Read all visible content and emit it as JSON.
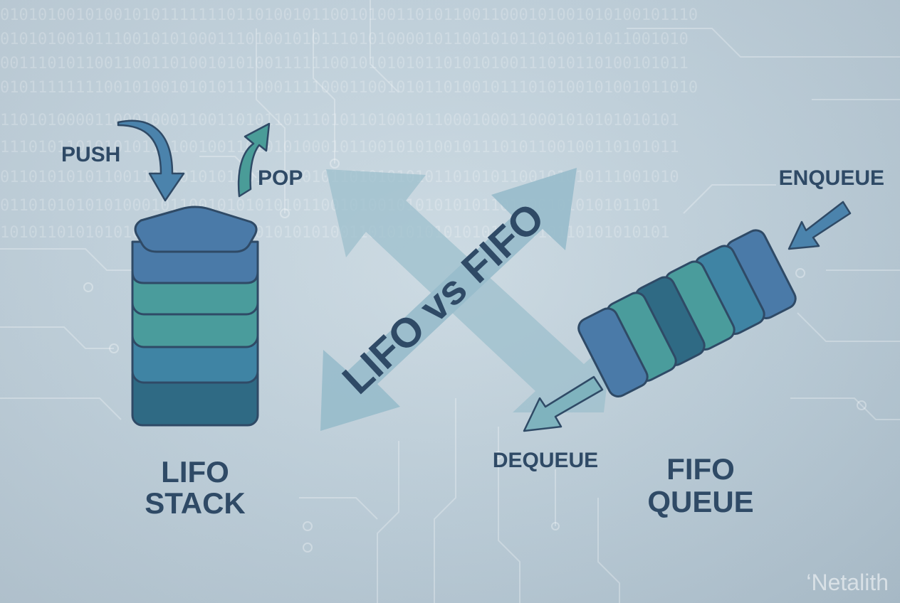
{
  "center_title": "LIFO vs FIFO",
  "stack": {
    "push_label": "PUSH",
    "pop_label": "POP",
    "title_line1": "LIFO",
    "title_line2": "STACK"
  },
  "queue": {
    "enqueue_label": "ENQUEUE",
    "dequeue_label": "DEQUEUE",
    "title_line1": "FIFO",
    "title_line2": "QUEUE"
  },
  "watermark": "‘Netalith",
  "background_binary": [
    "01010100101001010111111101101001011001010011010110011000101001010100101110",
    "0101010010111001010100011101001010111010100001011001010110100101011001010",
    "0011101011001100110100101010011111100101010101101010100111010110100101011",
    "01011111111001010010101011100011110001100101011010010111010100101001011010",
    "110101000011000100011001101011011101011010010110001000110001010101010101",
    "111010110101010110100100110101010001011001010100101110101100100110101011",
    "011010101011001101001010100101010101101010101011010101100101010111001010",
    "0110101010101000101100101010101011001010010101010101101100101010101101",
    "10101101010101001010101011001010101001101010101010101101010110101010101"
  ],
  "colors": {
    "stack_top": "#4a7aa8",
    "teal": "#4a9c9c",
    "steel_blue": "#3f84a4",
    "dark_teal": "#2f6a84",
    "outline": "#2f4a66",
    "arrow_light": "#9cbfcc",
    "push_arrow": "#4b83ac",
    "pop_arrow": "#4a9c98"
  }
}
